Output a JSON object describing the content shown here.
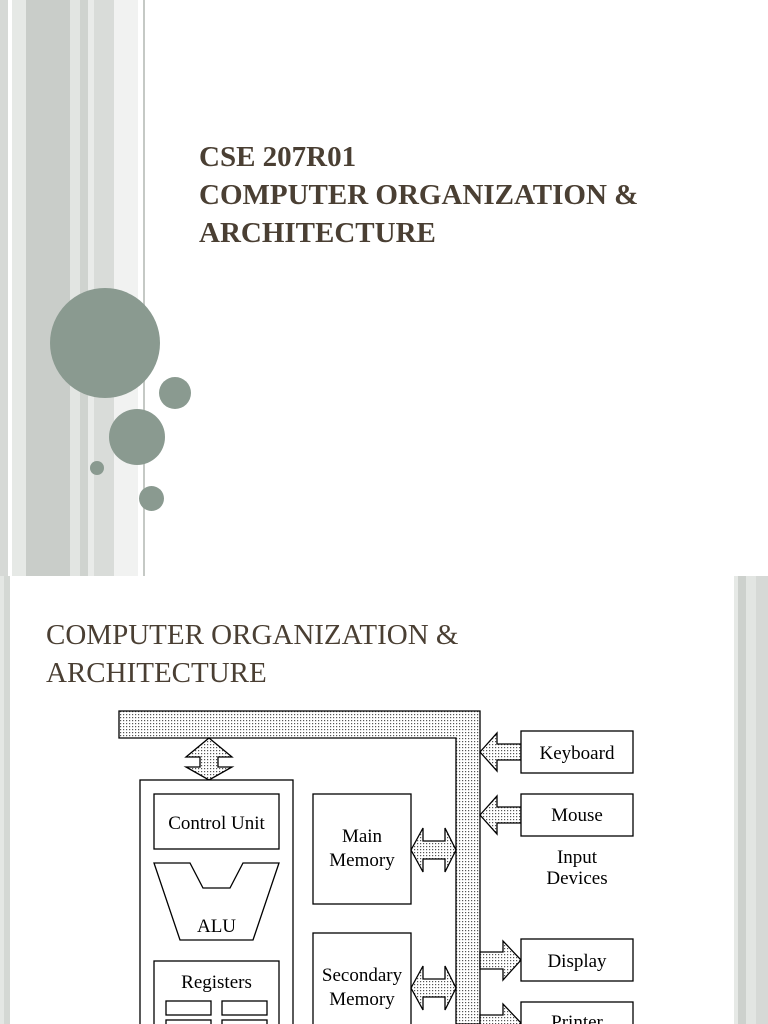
{
  "slide1": {
    "course_code": "CSE 207R01",
    "title_line1": "COMPUTER ORGANIZATION &",
    "title_line2": "ARCHITECTURE"
  },
  "slide2": {
    "title_line1": "COMPUTER ORGANIZATION &",
    "title_line2": "ARCHITECTURE",
    "diagram": {
      "control_unit": "Control Unit",
      "alu": "ALU",
      "registers": "Registers",
      "main_memory_line1": "Main",
      "main_memory_line2": "Memory",
      "secondary_memory_line1": "Secondary",
      "secondary_memory_line2": "Memory",
      "keyboard": "Keyboard",
      "mouse": "Mouse",
      "input_devices_line1": "Input",
      "input_devices_line2": "Devices",
      "display": "Display",
      "printer": "Printer"
    }
  },
  "colors": {
    "title": "#4a3f33",
    "accent_circle": "#8a9a90",
    "band_dark": "#c8ccc8",
    "band_light": "#e4e7e4"
  }
}
